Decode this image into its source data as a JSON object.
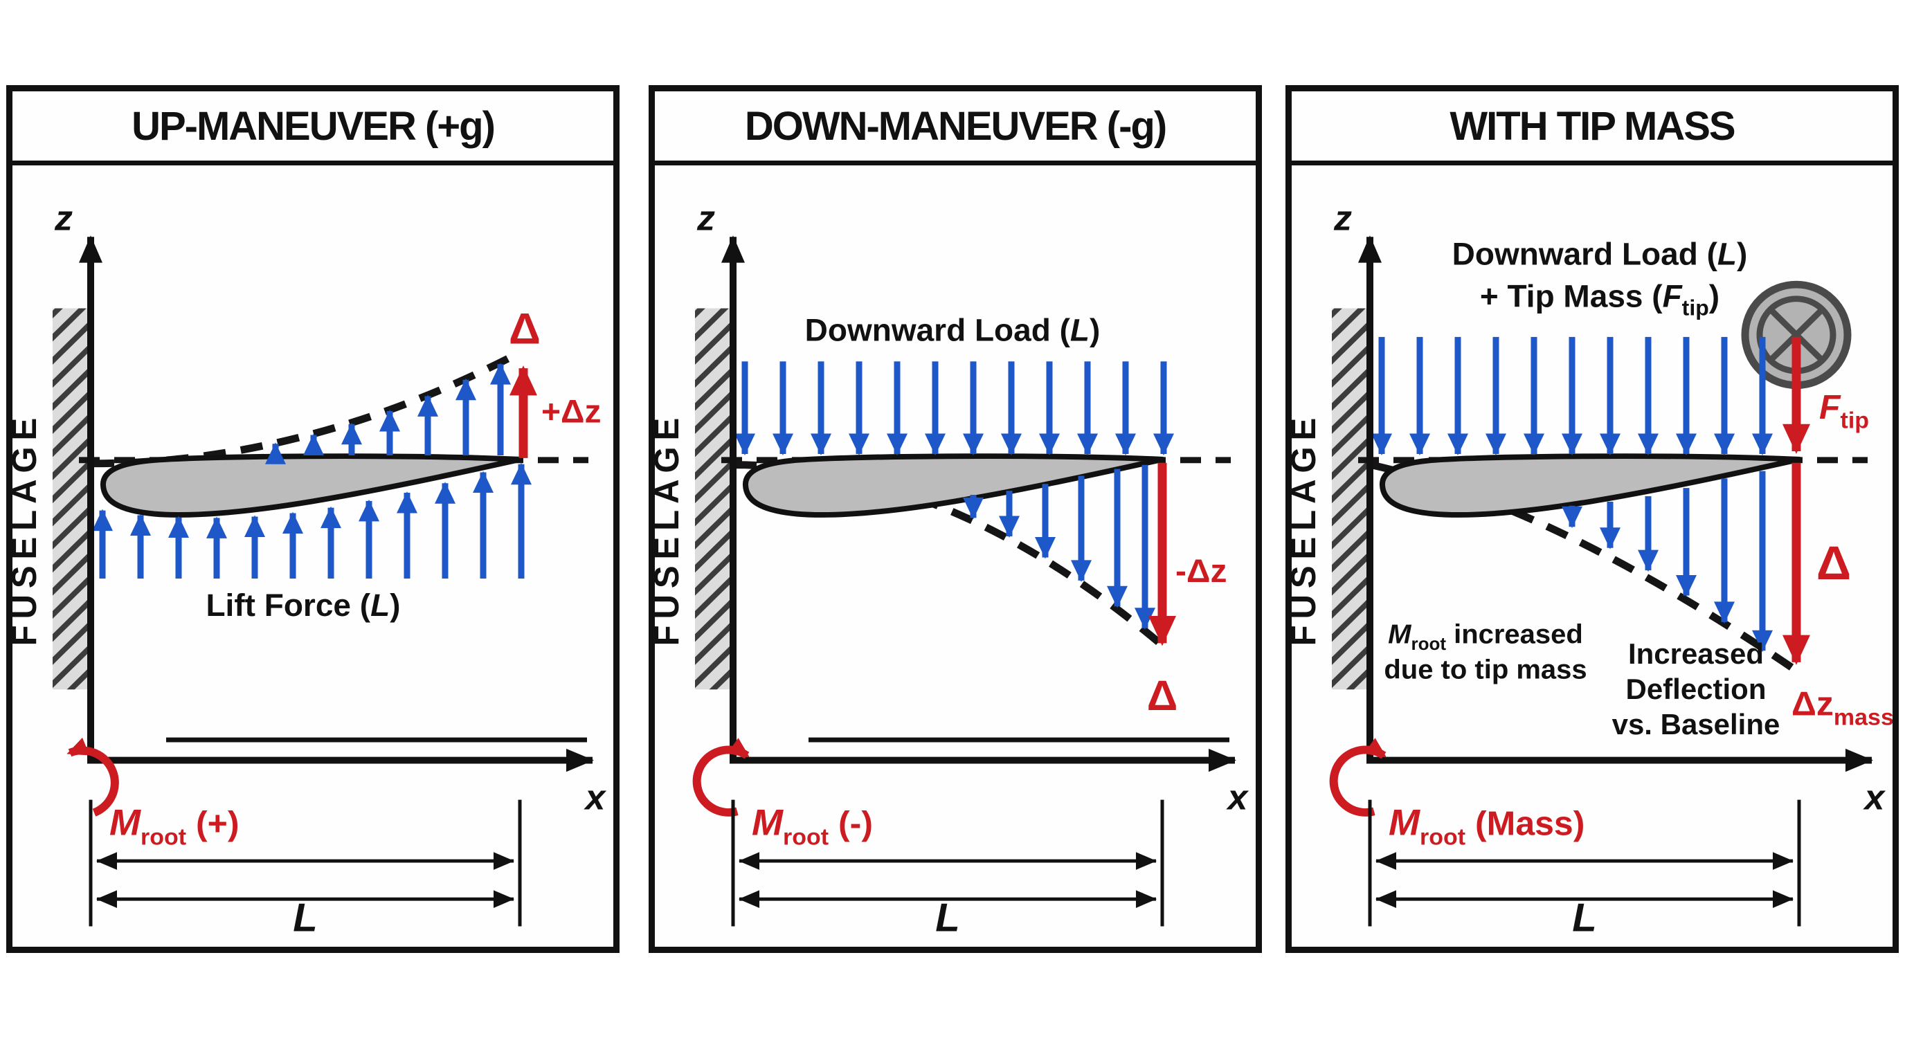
{
  "figure": {
    "type": "wing-bending-comparison-diagram",
    "colors": {
      "blue_load": "#1e57c8",
      "red_accent": "#cd1c21",
      "ink": "#111111",
      "wing_fill": "#bcbcbc",
      "hatch_bg": "#dcdcdc",
      "mass_fill": "#b3b3b3"
    }
  },
  "panels": [
    {
      "title": "UP-MANEUVER (+g)",
      "fuselage_label": "FUSELAGE",
      "z_axis_label": "z",
      "x_axis_label": "x",
      "span_label": "L",
      "load_label_prefix": "Lift Force (",
      "load_label_var": "L",
      "load_label_suffix": ")",
      "tip_delta_label": "Δ",
      "tip_deflection_label": "+Δz",
      "moment_var": "M",
      "moment_sub": "root",
      "moment_suffix": "(+)"
    },
    {
      "title": "DOWN-MANEUVER (-g)",
      "fuselage_label": "FUSELAGE",
      "z_axis_label": "z",
      "x_axis_label": "x",
      "span_label": "L",
      "load_label_prefix": "Downward Load (",
      "load_label_var": "L",
      "load_label_suffix": ")",
      "tip_delta_label": "Δ",
      "tip_deflection_label": "-Δz",
      "moment_var": "M",
      "moment_sub": "root",
      "moment_suffix": "(-)"
    },
    {
      "title": "WITH TIP MASS",
      "fuselage_label": "FUSELAGE",
      "z_axis_label": "z",
      "x_axis_label": "x",
      "span_label": "L",
      "load_line1_prefix": "Downward Load (",
      "load_line1_var": "L",
      "load_line1_suffix": ")",
      "load_line2_prefix": "+ Tip Mass (",
      "load_line2_var": "F",
      "load_line2_sub": "tip",
      "load_line2_suffix": ")",
      "tip_force_var": "F",
      "tip_force_sub": "tip",
      "tip_delta_label": "Δ",
      "tip_deflection_main": "Δz",
      "tip_deflection_sub": "mass",
      "moment_note_var": "M",
      "moment_note_sub": "root",
      "moment_note_rest": " increased",
      "moment_note_line2": "due to tip mass",
      "deflection_note_line1": "Increased",
      "deflection_note_line2": "Deflection",
      "deflection_note_line3": "vs. Baseline",
      "moment_var": "M",
      "moment_sub": "root",
      "moment_suffix": "(Mass)"
    }
  ]
}
